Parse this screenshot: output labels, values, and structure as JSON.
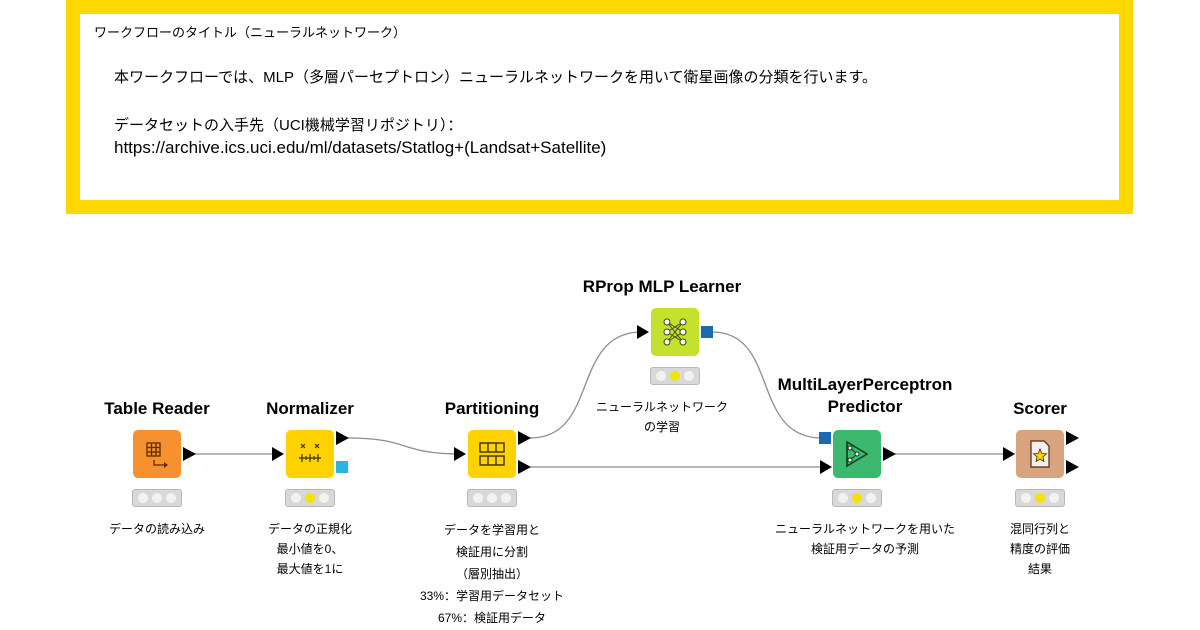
{
  "annotation": {
    "title": "ワークフローのタイトル（ニューラルネットワーク）",
    "line1": "本ワークフローでは、MLP（多層パーセプトロン）ニューラルネットワークを用いて衛星画像の分類を行います。",
    "line2": "データセットの入手先（UCI機械学習リポジトリ）：",
    "url": "https://archive.ics.uci.edu/ml/datasets/Statlog+(Landsat+Satellite)"
  },
  "colors": {
    "annotation_border": "#FFD700",
    "reader": "#F7902E",
    "manipulator": "#FFD200",
    "learner": "#C4E12D",
    "predictor": "#3CB96E",
    "scorer": "#D9A37D",
    "port_data": "#000000",
    "port_model": "#1A6AB0",
    "port_normalizer": "#29B5E0"
  },
  "nodes": {
    "table_reader": {
      "title": "Table Reader",
      "icon": "table-reader-icon",
      "desc": "データの読み込み"
    },
    "normalizer": {
      "title": "Normalizer",
      "icon": "normalizer-icon",
      "desc": "データの正規化\n最小値を0、\n最大値を1に"
    },
    "partitioning": {
      "title": "Partitioning",
      "icon": "partitioning-icon",
      "desc": "データを学習用と\n検証用に分割\n（層別抽出）\n33%：学習用データセット\n67%：検証用データ"
    },
    "rprop": {
      "title": "RProp MLP Learner",
      "icon": "rprop-learner-icon",
      "desc": "ニューラルネットワーク\nの学習"
    },
    "predictor": {
      "title": "MultiLayerPerceptron\nPredictor",
      "icon": "mlp-predictor-icon",
      "desc": "ニューラルネットワークを用いた\n検証用データの予測"
    },
    "scorer": {
      "title": "Scorer",
      "icon": "scorer-icon",
      "desc": "混同行列と\n精度の評価\n結果"
    }
  }
}
